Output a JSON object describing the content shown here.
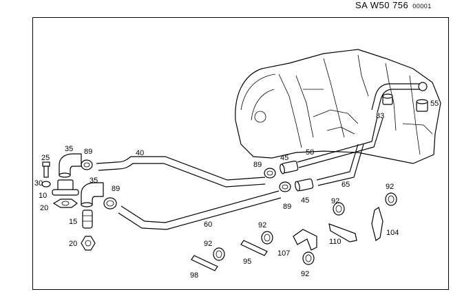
{
  "header": {
    "code": "SA W50 756",
    "number": "00001"
  },
  "labels": [
    {
      "id": "p25",
      "text": "25"
    },
    {
      "id": "p35a",
      "text": "35"
    },
    {
      "id": "p89a",
      "text": "89"
    },
    {
      "id": "p40",
      "text": "40"
    },
    {
      "id": "p30",
      "text": "30"
    },
    {
      "id": "p35b",
      "text": "35"
    },
    {
      "id": "p89b",
      "text": "89"
    },
    {
      "id": "p10",
      "text": "10"
    },
    {
      "id": "p20a",
      "text": "20"
    },
    {
      "id": "p15",
      "text": "15"
    },
    {
      "id": "p20b",
      "text": "20"
    },
    {
      "id": "p60",
      "text": "60"
    },
    {
      "id": "p89c",
      "text": "89"
    },
    {
      "id": "p45a",
      "text": "45"
    },
    {
      "id": "p50",
      "text": "50"
    },
    {
      "id": "p89d",
      "text": "89"
    },
    {
      "id": "p45b",
      "text": "45"
    },
    {
      "id": "p65",
      "text": "65"
    },
    {
      "id": "p83",
      "text": "83"
    },
    {
      "id": "p55",
      "text": "55"
    },
    {
      "id": "p92a",
      "text": "92"
    },
    {
      "id": "p92b",
      "text": "92"
    },
    {
      "id": "p92c",
      "text": "92"
    },
    {
      "id": "p92d",
      "text": "92"
    },
    {
      "id": "p92e",
      "text": "92"
    },
    {
      "id": "p104",
      "text": "104"
    },
    {
      "id": "p110",
      "text": "110"
    },
    {
      "id": "p107",
      "text": "107"
    },
    {
      "id": "p95",
      "text": "95"
    },
    {
      "id": "p98",
      "text": "98"
    }
  ]
}
